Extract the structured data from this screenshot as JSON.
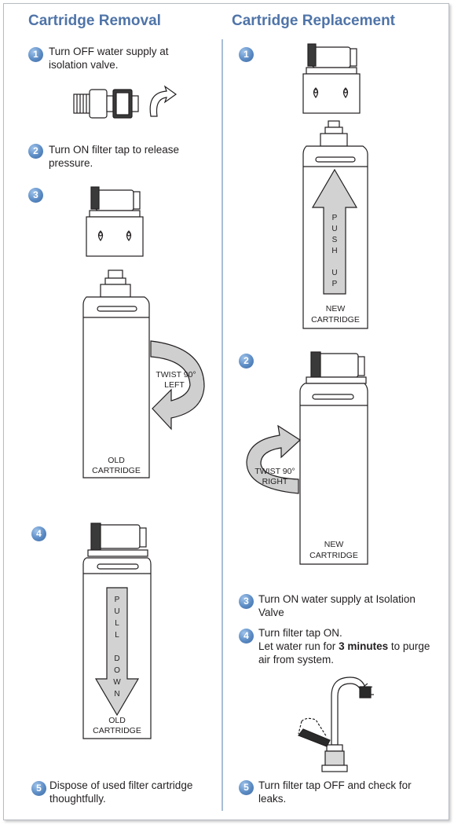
{
  "left": {
    "heading": "Cartridge Removal",
    "steps": [
      {
        "num": "1",
        "text": "Turn OFF water supply at isolation valve."
      },
      {
        "num": "2",
        "text": "Turn ON filter tap to release pressure."
      },
      {
        "num": "3",
        "text": ""
      },
      {
        "num": "4",
        "text": ""
      },
      {
        "num": "5",
        "text": "Dispose of used filter cartridge thoughtfully."
      }
    ],
    "twist_label_line1": "TWIST 90°",
    "twist_label_line2": "LEFT",
    "old_label_line1": "OLD",
    "old_label_line2": "CARTRIDGE",
    "pull_letters": [
      "P",
      "U",
      "L",
      "L",
      "",
      "D",
      "O",
      "W",
      "N"
    ]
  },
  "right": {
    "heading": "Cartridge Replacement",
    "steps": [
      {
        "num": "1",
        "text": ""
      },
      {
        "num": "2",
        "text": ""
      },
      {
        "num": "3",
        "text": "Turn ON water supply at Isolation Valve"
      },
      {
        "num": "4",
        "line1": "Turn filter tap ON.",
        "pre": "Let water run for ",
        "bold": "3 minutes",
        "post": " to purge air from system."
      },
      {
        "num": "5",
        "text": "Turn filter tap OFF and check for leaks."
      }
    ],
    "twist_label_line1": "TWIST 90°",
    "twist_label_line2": "RIGHT",
    "new_label_line1": "NEW",
    "new_label_line2": "CARTRIDGE",
    "push_letters": [
      "P",
      "U",
      "S",
      "H",
      "",
      "U",
      "P"
    ]
  }
}
